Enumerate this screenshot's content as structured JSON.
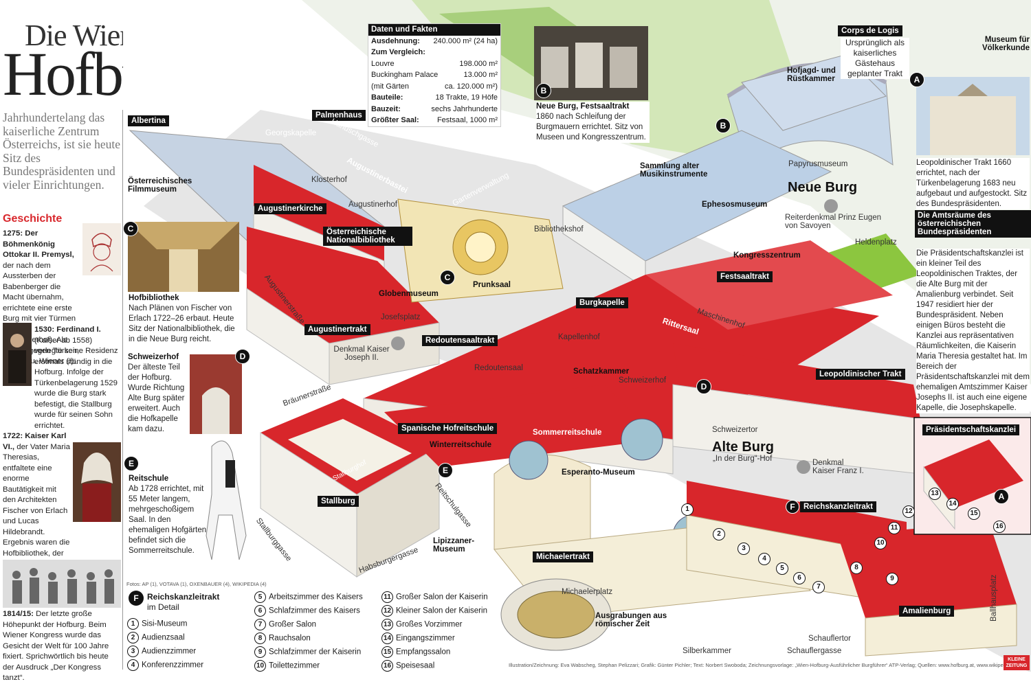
{
  "header": {
    "title_line1": "Die Wiener",
    "title_line2": "Hofburg"
  },
  "intro": "Jahrhundertelang das kaiserliche Zentrum Österreichs, ist sie heute Sitz des Bundespräsidenten und vieler Einrichtungen.",
  "history": {
    "heading": "Geschichte",
    "entries": [
      {
        "date": "1275: Der Böhmenkönig Ottokar II. Premysl,",
        "text": "der nach dem Aussterben der Babenberger die Macht übernahm, errichtete eine erste Burg mit vier Türmen (umgibt Schweizerhof). Als Schutz gegen Türken, Ungarn u. Wiener (!)."
      },
      {
        "date": "1530: Ferdinand I.",
        "text": "(Kaiser ab 1558) verlegte seine Residenz erstmals ständig in die Hofburg. Infolge der Türkenbelagerung 1529 wurde die Burg stark befestigt, die Stallburg wurde für seinen Sohn errichtet."
      },
      {
        "date": "1722: Kaiser Karl VI.,",
        "text": "der Vater Maria Theresias, entfaltete eine enorme Bautätigkeit mit den Architekten Fischer von Erlach und Lucas Hildebrandt. Ergebnis waren die Hofbibliothek, der Leopoldinische Trakt, der Reichskanzleitrakt und die Reitschule."
      },
      {
        "date": "1814/15:",
        "text": "Der letzte große Höhepunkt der Hofburg. Beim Wiener Kongress wurde das Gesicht der Welt für 100 Jahre fixiert. Sprichwörtlich bis heute der Ausdruck „Der Kongress tanzt“."
      }
    ]
  },
  "facts": {
    "heading": "Daten und Fakten",
    "rows": [
      {
        "label": "Ausdehnung:",
        "value": "240.000 m² (24 ha)"
      },
      {
        "label": "Zum Vergleich:",
        "value": ""
      },
      {
        "label": "Louvre",
        "value": "198.000 m²"
      },
      {
        "label": "Buckingham Palace",
        "value": "13.000 m²"
      },
      {
        "label": "(mit Gärten",
        "value": "ca. 120.000 m²)"
      },
      {
        "label": "Bauteile:",
        "value": "18 Trakte, 19 Höfe"
      },
      {
        "label": "Bauzeit:",
        "value": "sechs Jahrhunderte"
      },
      {
        "label": "Größter Saal:",
        "value": "Festsaal, 1000 m²"
      }
    ]
  },
  "panels": {
    "neue_burg": {
      "marker": "B",
      "title": "Neue Burg, Festsaaltrakt",
      "text": "1860 nach Schleifung der Burgmauern errichtet. Sitz von Museen und Kongresszentrum."
    },
    "hofbibliothek": {
      "marker": "C",
      "title": "Hofbibliothek",
      "text": "Nach Plänen von Fischer von Erlach  1722–26 erbaut. Heute Sitz der Nationalbibliothek, die in die Neue Burg reicht."
    },
    "schweizerhof": {
      "marker": "D",
      "title": "Schweizerhof",
      "text": "Der älteste Teil der Hofburg. Wurde Richtung Alte Burg später erweitert. Auch die Hofkapelle kam dazu."
    },
    "reitschule": {
      "marker": "E",
      "title": "Reitschule",
      "text": "Ab 1728 errichtet, mit 55 Meter langem, mehrgeschoßigem Saal. In den ehemaligen Hofgärten befindet sich die Sommerreitschule."
    },
    "corps_de_logis": {
      "title": "Corps de Logis",
      "text": "Ursprünglich als kaiserliches Gästehaus geplanter Trakt"
    },
    "leopoldinischer": {
      "marker": "A",
      "text": "Leopoldinischer Trakt 1660 errichtet, nach der Türkenbelagerung 1683 neu aufgebaut und aufgestockt. Sitz des Bundespräsidenten."
    },
    "amtsraeume": {
      "title": "Die Amtsräume des österreichischen Bundespräsidenten",
      "text": "Die Präsidentschaftskanzlei ist ein kleiner Teil des Leopoldinischen Traktes, der die Alte Burg mit der Amalienburg verbindet. Seit 1947 residiert hier der Bundespräsident. Neben einigen Büros besteht die Kanzlei aus repräsentativen Räumlichkeiten, die Kaiserin Maria Theresia gestaltet hat. Im Bereich der Präsidentschaftskanzlei mit dem ehemaligen Amtszimmer Kaiser Josephs II. ist auch eine eigene Kapelle, die Josephskapelle."
    },
    "praesidentschaftskanzlei": {
      "title": "Präsidentschaftskanzlei",
      "marker": "A",
      "numbers": [
        "13",
        "14",
        "15",
        "16"
      ]
    }
  },
  "map_labels": {
    "boxed": [
      "Albertina",
      "Palmenhaus",
      "Augustinerkirche",
      "Österreichische Nationalbibliothek",
      "Augustinertrakt",
      "Redoutensaaltrakt",
      "Burgkapelle",
      "Festsaaltrakt",
      "Leopoldinischer Trakt",
      "Spanische Hofreitschule",
      "Stallburg",
      "Michaelertrakt",
      "Reichskanzleitrakt",
      "Amalienburg"
    ],
    "bold": [
      "Museum für Völkerkunde",
      "Hofjagd- und Rüstkammer",
      "Sammlung alter Musikinstrumente",
      "Ephesosmuseum",
      "Kongresszentrum",
      "Globenmuseum",
      "Prunksaal",
      "Schatzkammer",
      "Winterreitschule",
      "Esperanto-Museum",
      "Lipizzaner-Museum",
      "Ausgrabungen aus römischer Zeit",
      "Österreichisches Filmmuseum"
    ],
    "plain": [
      "Georgskapelle",
      "Hanuschgasse",
      "Klosterhof",
      "Augustinerbastei",
      "Augustinerhof",
      "Gartenverwaltung",
      "Burggarten",
      "Papyrusmuseum",
      "Bibliothekshof",
      "Augustinerstraße",
      "Josefsplatz",
      "Denkmal Kaiser Joseph II.",
      "Kapellenhof",
      "Rittersaal",
      "Maschinenhof",
      "Redoutensaal",
      "Schweizerhof",
      "Schweizertor",
      "Bräunerstraße",
      "Stallburghof",
      "Stallburggasse",
      "Reitschulgasse",
      "Habsburgergasse",
      "Sommerreitschule",
      "„In der Burg“-Hof",
      "Denkmal Kaiser Franz I.",
      "Reiterdenkmal Prinz Eugen von Savoyen",
      "Heldenplatz",
      "Michaelerplatz",
      "Silberkammer",
      "Schauflertor",
      "Schauflergasse",
      "Ballhausplatz"
    ],
    "big": [
      "Neue Burg",
      "Alte Burg"
    ]
  },
  "legend": {
    "marker": "F",
    "title": "Reichskanzleitrakt",
    "subtitle": "im Detail",
    "items": [
      {
        "n": "1",
        "label": "Sisi-Museum"
      },
      {
        "n": "2",
        "label": "Audienzsaal"
      },
      {
        "n": "3",
        "label": "Audienzzimmer"
      },
      {
        "n": "4",
        "label": "Konferenzzimmer"
      },
      {
        "n": "5",
        "label": "Arbeitszimmer des Kaisers"
      },
      {
        "n": "6",
        "label": "Schlafzimmer des Kaisers"
      },
      {
        "n": "7",
        "label": "Großer Salon"
      },
      {
        "n": "8",
        "label": "Rauchsalon"
      },
      {
        "n": "9",
        "label": "Schlafzimmer der Kaiserin"
      },
      {
        "n": "10",
        "label": "Toilettezimmer"
      },
      {
        "n": "11",
        "label": "Großer Salon der Kaiserin"
      },
      {
        "n": "12",
        "label": "Kleiner Salon der Kaiserin"
      },
      {
        "n": "13",
        "label": "Großes Vorzimmer"
      },
      {
        "n": "14",
        "label": "Eingangszimmer"
      },
      {
        "n": "15",
        "label": "Empfangssalon"
      },
      {
        "n": "16",
        "label": "Speisesaal"
      }
    ]
  },
  "credits": {
    "fotos": "Fotos: AP (1), VOTAVA (1), OXENBAUER (4), WIKIPEDIA (4)",
    "illustration": "Illustration/Zeichnung: Eva Wabscheg, Stephan Pelizzari; Grafik: Günter Pichler; Text: Norbert Swoboda; Zeichnungsvorlage: „Wien-Hofburg-Ausführlicher Burgführer“ ATP-Verlag; Quellen: www.hofburg.at, www.wikipedia.org",
    "logo": "KLEINE ZEITUNG"
  },
  "colors": {
    "roof_red": "#d8262b",
    "plaza": "#e6e6e6",
    "grass": "#8cc63f",
    "label_bg": "#111111"
  }
}
